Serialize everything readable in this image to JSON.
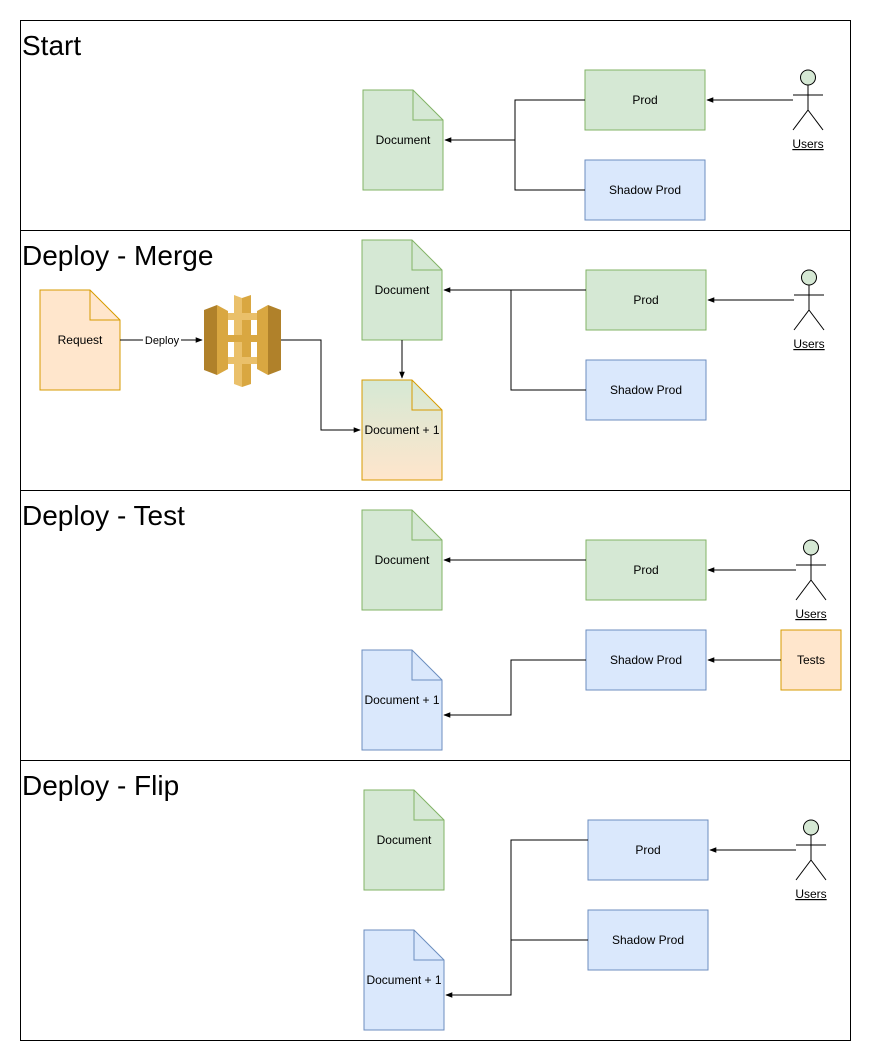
{
  "colors": {
    "green_fill": "#d5e8d4",
    "green_stroke": "#82b366",
    "blue_fill": "#dae8fc",
    "blue_stroke": "#6c8ebf",
    "orange_fill": "#ffe6cc",
    "orange_stroke": "#d79b00",
    "api_gold": "#d9a741",
    "api_dark": "#b0812a",
    "api_light": "#eac06a"
  },
  "icons": {
    "actor": "stick-figure-actor-icon",
    "api_gateway": "api-gateway-icon"
  },
  "panels": {
    "start": {
      "title": "Start",
      "document": "Document",
      "prod": "Prod",
      "shadow_prod": "Shadow Prod",
      "users": "Users"
    },
    "merge": {
      "title": "Deploy - Merge",
      "request": "Request",
      "deploy_label": "Deploy",
      "document": "Document",
      "document_next": "Document + 1",
      "prod": "Prod",
      "shadow_prod": "Shadow Prod",
      "users": "Users"
    },
    "test": {
      "title": "Deploy - Test",
      "document": "Document",
      "document_next": "Document + 1",
      "prod": "Prod",
      "shadow_prod": "Shadow Prod",
      "users": "Users",
      "tests": "Tests"
    },
    "flip": {
      "title": "Deploy - Flip",
      "document": "Document",
      "document_next": "Document + 1",
      "prod": "Prod",
      "shadow_prod": "Shadow Prod",
      "users": "Users"
    }
  }
}
